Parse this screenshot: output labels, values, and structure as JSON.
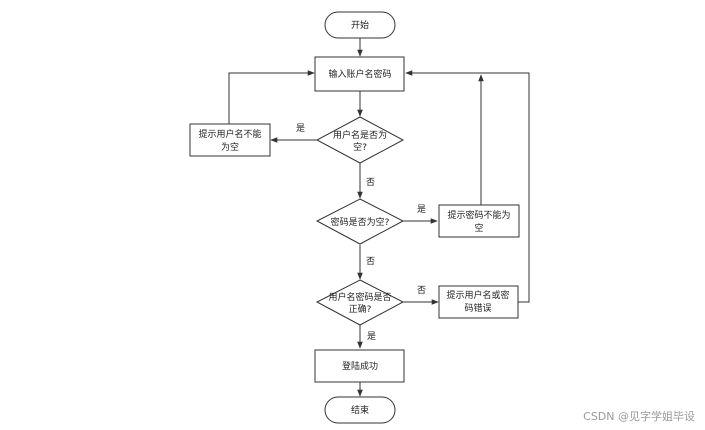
{
  "nodes": {
    "start": "开始",
    "input": "输入账户名密码",
    "check_user_empty": [
      "用户名是否为",
      "空?"
    ],
    "prompt_user_empty": [
      "提示用户名不能",
      "为空"
    ],
    "check_pwd_empty": "密码是否为空?",
    "prompt_pwd_empty": [
      "提示密码不能为",
      "空"
    ],
    "check_correct": [
      "用户名密码是否",
      "正确?"
    ],
    "prompt_wrong": [
      "提示用户名或密",
      "码错误"
    ],
    "login_success": "登陆成功",
    "end": "结束"
  },
  "edges": {
    "yes": "是",
    "no": "否"
  },
  "watermark": "CSDN @见字学姐毕设"
}
